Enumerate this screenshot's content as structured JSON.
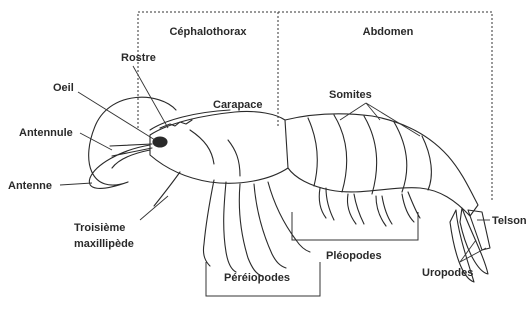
{
  "regions": {
    "cephalothorax": "Céphalothorax",
    "abdomen": "Abdomen"
  },
  "labels": {
    "rostre": "Rostre",
    "oeil": "Oeil",
    "antennule": "Antennule",
    "antenne": "Antenne",
    "carapace": "Carapace",
    "somites": "Somites",
    "troisieme_line1": "Troisième",
    "troisieme_line2": "maxillipède",
    "pleopodes": "Pléopodes",
    "periopodes": "Péréiopodes",
    "uropodes": "Uropodes",
    "telson": "Telson"
  },
  "colors": {
    "line": "#2a2a2a",
    "background": "#ffffff"
  }
}
